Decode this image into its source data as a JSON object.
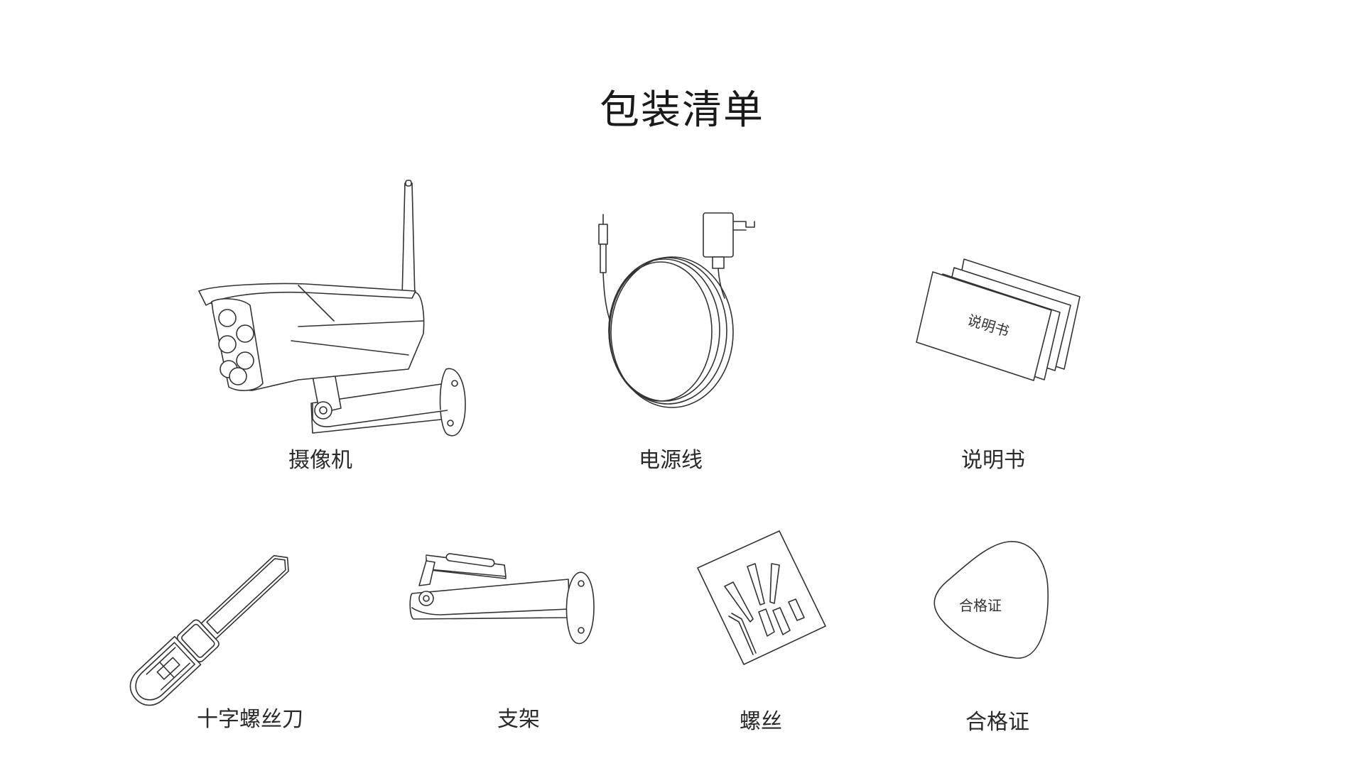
{
  "title": "包装清单",
  "items": [
    {
      "label": "摄像机",
      "icon": "camera-icon"
    },
    {
      "label": "电源线",
      "icon": "power-cable-icon"
    },
    {
      "label": "说明书",
      "icon": "manual-icon",
      "printed_text": "说明书"
    },
    {
      "label": "十字螺丝刀",
      "icon": "screwdriver-icon"
    },
    {
      "label": "支架",
      "icon": "bracket-icon"
    },
    {
      "label": "螺丝",
      "icon": "screws-icon"
    },
    {
      "label": "合格证",
      "icon": "certificate-icon",
      "printed_text": "合格证"
    }
  ]
}
